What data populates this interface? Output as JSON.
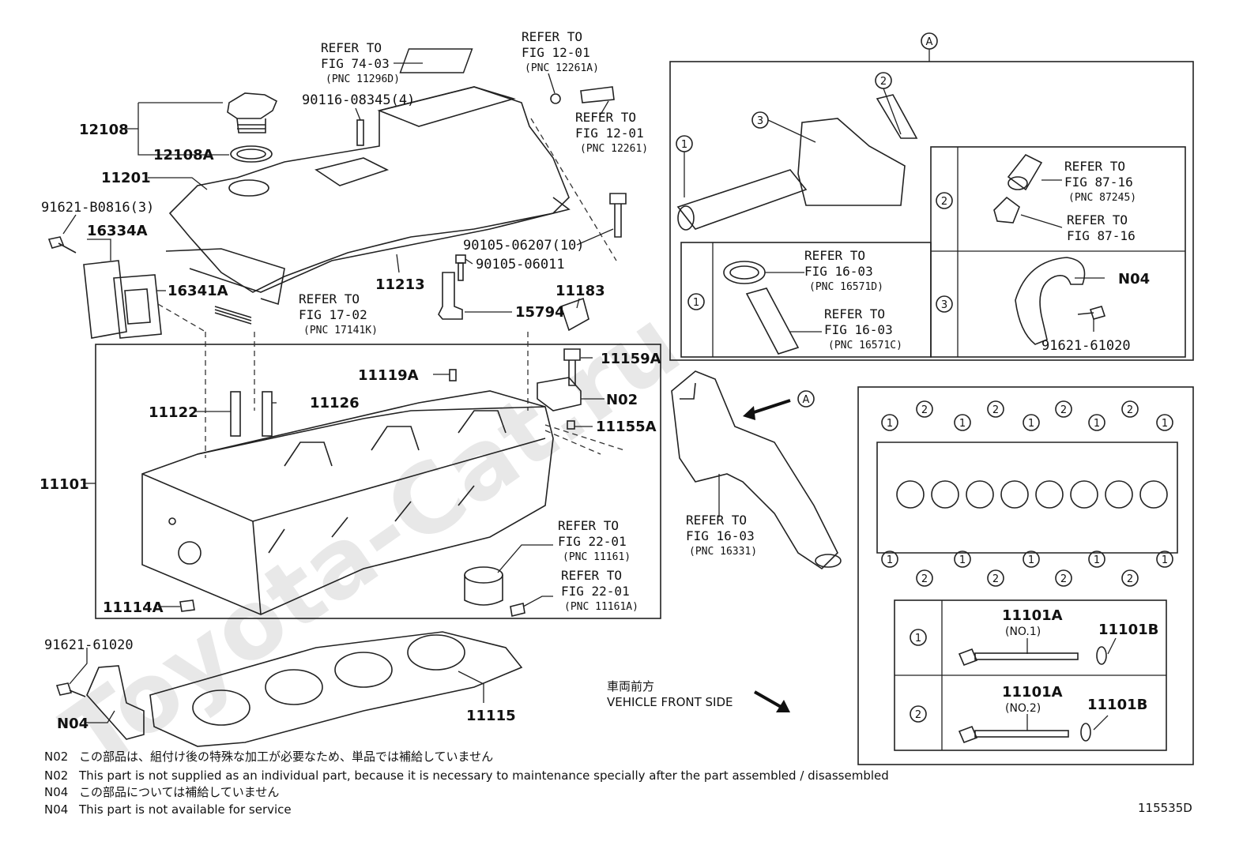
{
  "watermark": "Toyota-Cat.ru",
  "diagram_id": "115535D",
  "labels": {
    "p12108": "12108",
    "p12108A": "12108A",
    "p11201": "11201",
    "p91621_b0816": "91621-B0816(3)",
    "p16334A": "16334A",
    "p16341A": "16341A",
    "p90116": "90116-08345(4)",
    "p11213": "11213",
    "p90105_06207": "90105-06207(10)",
    "p90105_06011": "90105-06011",
    "p15794": "15794",
    "p11183": "11183",
    "p11159A": "11159A",
    "p11119A": "11119A",
    "p11122": "11122",
    "p11126": "11126",
    "pN02": "N02",
    "p11155A": "11155A",
    "p11101": "11101",
    "p11114A": "11114A",
    "p91621_61020_left": "91621-61020",
    "pN04_left": "N04",
    "p11115": "11115",
    "pN04_right": "N04",
    "p91621_61020_right": "91621-61020",
    "p11101A_1": "11101A",
    "p11101A_1_sub": "(NO.1)",
    "p11101B_1": "11101B",
    "p11101A_2": "11101A",
    "p11101A_2_sub": "(NO.2)",
    "p11101B_2": "11101B"
  },
  "refers": {
    "r74_03": {
      "line1": "REFER TO",
      "line2": "FIG 74-03",
      "pnc": "(PNC 11296D)"
    },
    "r12_01a": {
      "line1": "REFER TO",
      "line2": "FIG 12-01",
      "pnc": "(PNC 12261A)"
    },
    "r12_01": {
      "line1": "REFER TO",
      "line2": "FIG 12-01",
      "pnc": "(PNC 12261)"
    },
    "r17_02": {
      "line1": "REFER TO",
      "line2": "FIG 17-02",
      "pnc": "(PNC 17141K)"
    },
    "r22_01a": {
      "line1": "REFER TO",
      "line2": "FIG 22-01",
      "pnc": "(PNC 11161)"
    },
    "r22_01b": {
      "line1": "REFER TO",
      "line2": "FIG 22-01",
      "pnc": "(PNC 11161A)"
    },
    "r16_03": {
      "line1": "REFER TO",
      "line2": "FIG 16-03",
      "pnc": "(PNC 16331)"
    },
    "r16_03a": {
      "line1": "REFER TO",
      "line2": "FIG 16-03",
      "pnc": "(PNC 16571D)"
    },
    "r16_03b": {
      "line1": "REFER TO",
      "line2": "FIG 16-03",
      "pnc": "(PNC 16571C)"
    },
    "r87_16a": {
      "line1": "REFER TO",
      "line2": "FIG 87-16",
      "pnc": "(PNC 87245)"
    },
    "r87_16b": {
      "line1": "REFER TO",
      "line2": "FIG 87-16",
      "pnc": ""
    }
  },
  "callouts": {
    "A": "A",
    "one": "1",
    "two": "2",
    "three": "3"
  },
  "front": {
    "jp": "車両前方",
    "en": "VEHICLE FRONT SIDE"
  },
  "notes": [
    {
      "code": "N02",
      "text": "この部品は、組付け後の特殊な加工が必要なため、単品では補給していません"
    },
    {
      "code": "N02",
      "text": "This part is not supplied as an individual part, because it is necessary to maintenance specially after the part assembled / disassembled"
    },
    {
      "code": "N04",
      "text": "この部品については補給していません"
    },
    {
      "code": "N04",
      "text": "This part is not available for service"
    }
  ]
}
